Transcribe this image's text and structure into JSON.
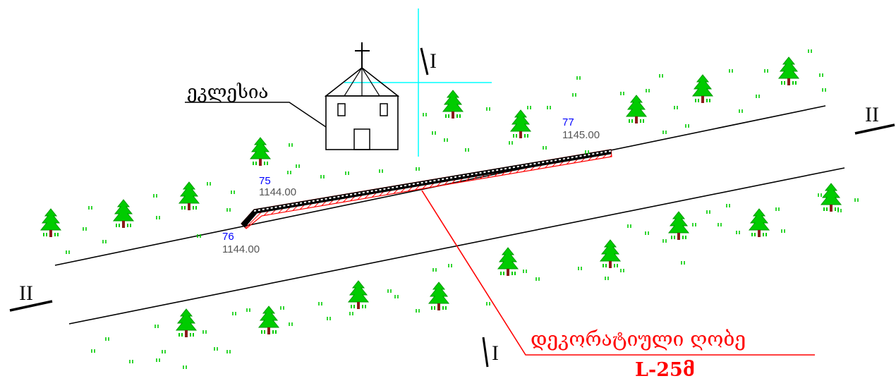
{
  "labels": {
    "church": "ეკლესია",
    "fence_name": "დეკორატიული ღობე",
    "fence_length": "L-25მ",
    "section_I_top": "I",
    "section_I_bottom": "I",
    "section_II_left": "II",
    "section_II_right": "II"
  },
  "points": [
    {
      "id": "75",
      "elevation": "1144.00"
    },
    {
      "id": "76",
      "elevation": "1144.00"
    },
    {
      "id": "77",
      "elevation": "1145.00"
    }
  ],
  "colors": {
    "line": "#000000",
    "leader": "#ff0000",
    "fence_hatch": "#ff0000",
    "axis": "#00ffff",
    "point_id": "#0000ff",
    "elevation": "#555555",
    "tree_crown": "#00cc00",
    "tree_trunk": "#8b1a1a",
    "grass": "#00cc00"
  },
  "icons": [
    "tree-icon",
    "grass-icon",
    "church-icon"
  ]
}
